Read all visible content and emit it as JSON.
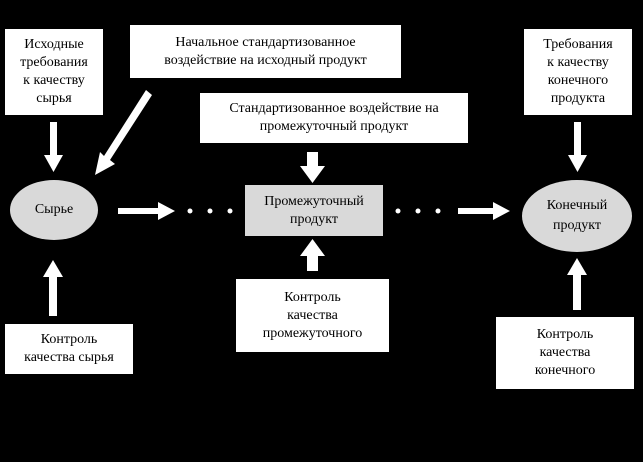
{
  "nodes": {
    "raw_requirements": "Исходные\nтребования\nк качеству\nсырья",
    "initial_impact": "Начальное стандартизованное\nвоздействие на исходный продукт",
    "intermediate_impact": "Стандартизованное воздействие на\nпромежуточный продукт",
    "final_requirements": "Требования\nк качеству\nконечного\nпродукта",
    "raw": "Сырье",
    "intermediate": "Промежуточный\nпродукт",
    "final": "Конечный\nпродукт",
    "raw_control": "Контроль\nкачества сырья",
    "intermediate_control": "Контроль\nкачества\nпромежуточного",
    "final_control": "Контроль\nкачества\nконечного"
  },
  "colors": {
    "background": "#000000",
    "box": "#ffffff",
    "node_fill": "#d9d9d9",
    "arrow": "#ffffff"
  }
}
